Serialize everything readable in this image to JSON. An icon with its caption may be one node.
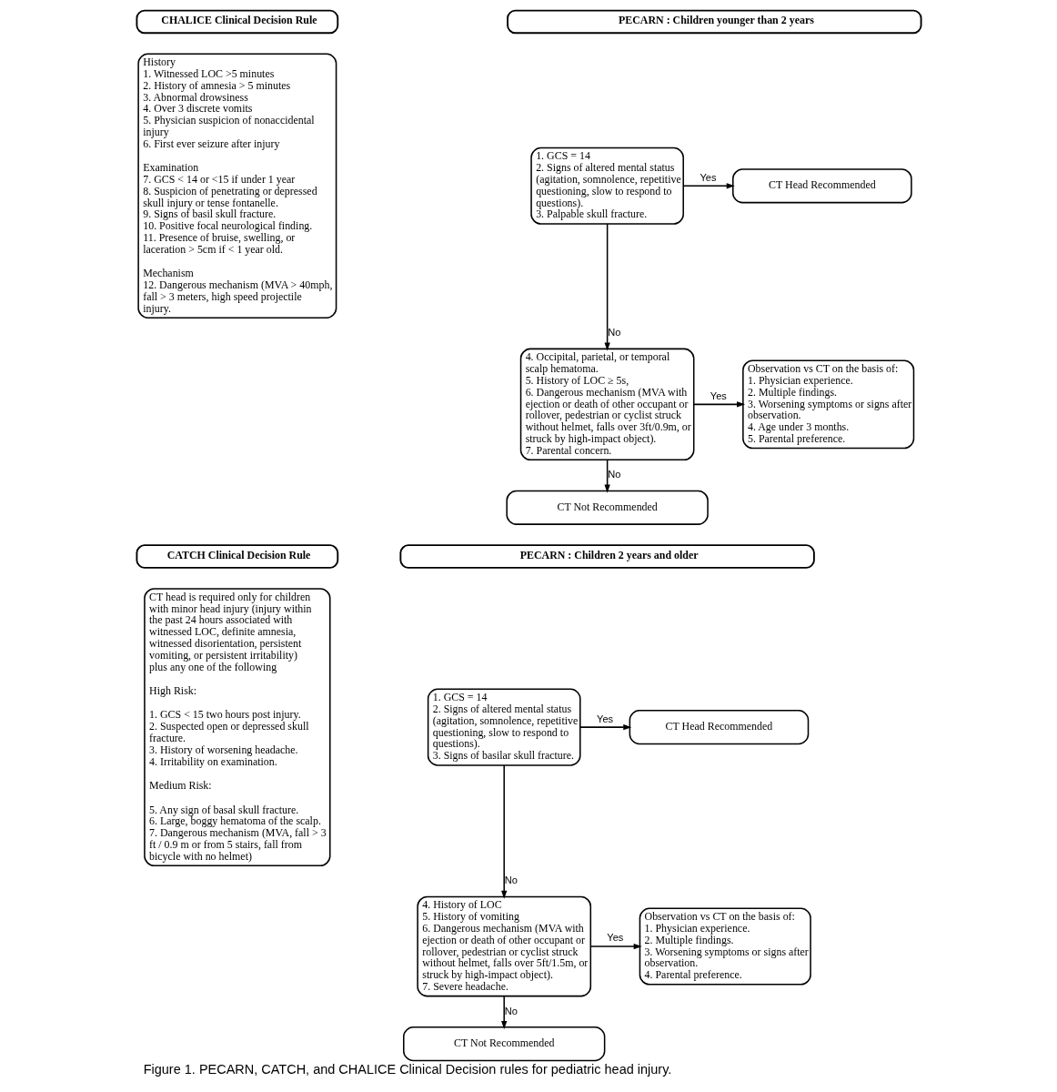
{
  "diagram": {
    "caption": "Figure 1. PECARN, CATCH, and CHALICE Clinical Decision rules for pediatric head injury.",
    "nodes": [
      {
        "text": [
          "CHALICE Clinical Decision Rule"
        ]
      },
      {
        "text": [
          "History",
          "1. Witnessed LOC >5 minutes",
          "2. History of amnesia > 5 minutes",
          "3. Abnormal drowsiness",
          "4. Over 3 discrete vomits",
          "5. Physician suspicion of nonaccidental injury",
          "6. First ever seizure after injury",
          "Examination",
          "7. GCS < 14 or <15 if under 1 year",
          "8. Suspicion of penetrating or depressed skull injury or tense fontanelle.",
          "9. Signs of basil skull fracture.",
          "10. Positive focal neurological finding.",
          "11. Presence of bruise, swelling, or laceration > 5cm if < 1 year old.",
          "Mechanism",
          "12. Dangerous mechanism (MVA > 40mph, fall > 3 meters, high speed projectile injury."
        ]
      },
      {
        "text": [
          "PECARN : Children younger than 2 years"
        ]
      },
      {
        "text": [
          "1. GCS = 14",
          "2. Signs of altered mental status (agitation, somnolence, repetitive questioning, slow to respond to questions).",
          "3. Palpable skull fracture."
        ]
      },
      {
        "text": [
          "CT Head Recommended"
        ]
      },
      {
        "text": [
          "4. Occipital, parietal, or temporal scalp hematoma.",
          "5. History of LOC ≥ 5s,",
          "6. Dangerous mechanism (MVA with ejection or death of other occupant or rollover, pedestrian or cyclist struck without helmet, falls over 3ft/0.9m, or struck by high-impact object).",
          "7. Parental concern."
        ]
      },
      {
        "text": [
          "Observation vs CT on the basis of:",
          "1. Physician experience.",
          "2. Multiple findings.",
          "3. Worsening symptoms or signs after observation.",
          "4. Age under 3 months.",
          "5. Parental preference."
        ]
      },
      {
        "text": [
          "CT Not Recommended"
        ]
      },
      {
        "text": [
          "CATCH Clinical Decision Rule"
        ]
      },
      {
        "text": [
          "CT head is required only for children with minor head injury (injury within the past 24 hours associated with witnessed LOC, definite amnesia, witnessed disorientation, persistent vomiting, or persistent irritability) plus any one of the following",
          "High Risk:",
          "1. GCS < 15 two hours post injury.",
          "2. Suspected open or depressed skull fracture.",
          "3. History of worsening headache.",
          "4. Irritability on examination.",
          "Medium Risk:",
          "5. Any sign of basal skull fracture.",
          "6. Large, boggy hematoma of the scalp.",
          "7. Dangerous mechanism (MVA, fall > 3 ft / 0.9 m or from 5 stairs, fall from bicycle with no helmet)"
        ]
      },
      {
        "text": [
          "PECARN : Children 2 years and older"
        ]
      },
      {
        "text": [
          "1. GCS = 14",
          "2. Signs of altered mental status (agitation, somnolence, repetitive questioning, slow to respond to questions).",
          "3. Signs of basilar skull fracture."
        ]
      },
      {
        "text": [
          "CT Head Recommended"
        ]
      },
      {
        "text": [
          "4. History of LOC",
          "5. History of vomiting",
          "6. Dangerous mechanism (MVA with ejection or death of other occupant or rollover, pedestrian or cyclist struck without helmet, falls over 5ft/1.5m, or struck by high-impact object).",
          "7. Severe headache."
        ]
      },
      {
        "text": [
          "Observation vs CT on the basis of:",
          "1. Physician experience.",
          "2. Multiple findings.",
          "3. Worsening symptoms or signs after observation.",
          "4. Parental preference."
        ]
      },
      {
        "text": [
          "CT Not Recommended"
        ]
      }
    ],
    "edges": [
      {
        "from": 3,
        "to": 4,
        "arrow": "to",
        "label": "Yes"
      },
      {
        "from": 3,
        "to": 5,
        "arrow": "to",
        "label": "No"
      },
      {
        "from": 5,
        "to": 6,
        "arrow": "to",
        "label": "Yes"
      },
      {
        "from": 5,
        "to": 7,
        "arrow": "to",
        "label": "No"
      },
      {
        "from": 11,
        "to": 12,
        "arrow": "to",
        "label": "Yes"
      },
      {
        "from": 11,
        "to": 13,
        "arrow": "to",
        "label": "No"
      },
      {
        "from": 13,
        "to": 14,
        "arrow": "to",
        "label": "Yes"
      },
      {
        "from": 13,
        "to": 15,
        "arrow": "to",
        "label": "No"
      }
    ]
  }
}
